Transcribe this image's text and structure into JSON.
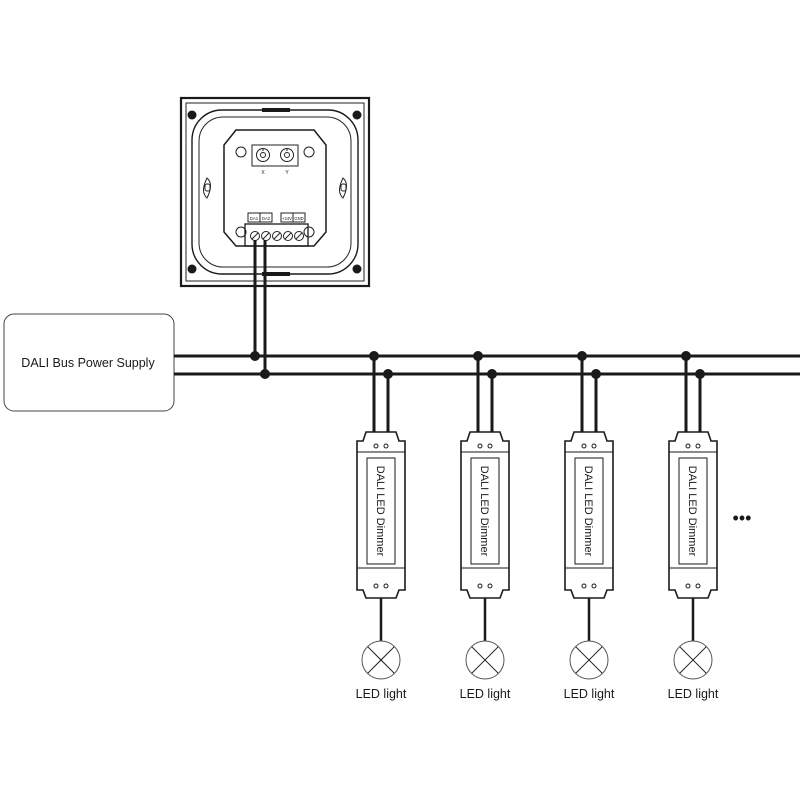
{
  "power_supply": {
    "label": "DALI Bus Power Supply"
  },
  "wall_panel": {
    "knob_labels": [
      "X",
      "Y"
    ],
    "terminal_labels": [
      "DA1",
      "DA2",
      "+24V",
      "GND"
    ]
  },
  "dimmers": [
    {
      "label": "DALI LED Dimmer"
    },
    {
      "label": "DALI LED Dimmer"
    },
    {
      "label": "DALI LED Dimmer"
    },
    {
      "label": "DALI LED Dimmer"
    }
  ],
  "lights": [
    {
      "label": "LED light"
    },
    {
      "label": "LED light"
    },
    {
      "label": "LED light"
    },
    {
      "label": "LED light"
    }
  ],
  "continuation": "•••",
  "colors": {
    "line": "#1a1a1a",
    "panel_fill": "#ffffff"
  }
}
